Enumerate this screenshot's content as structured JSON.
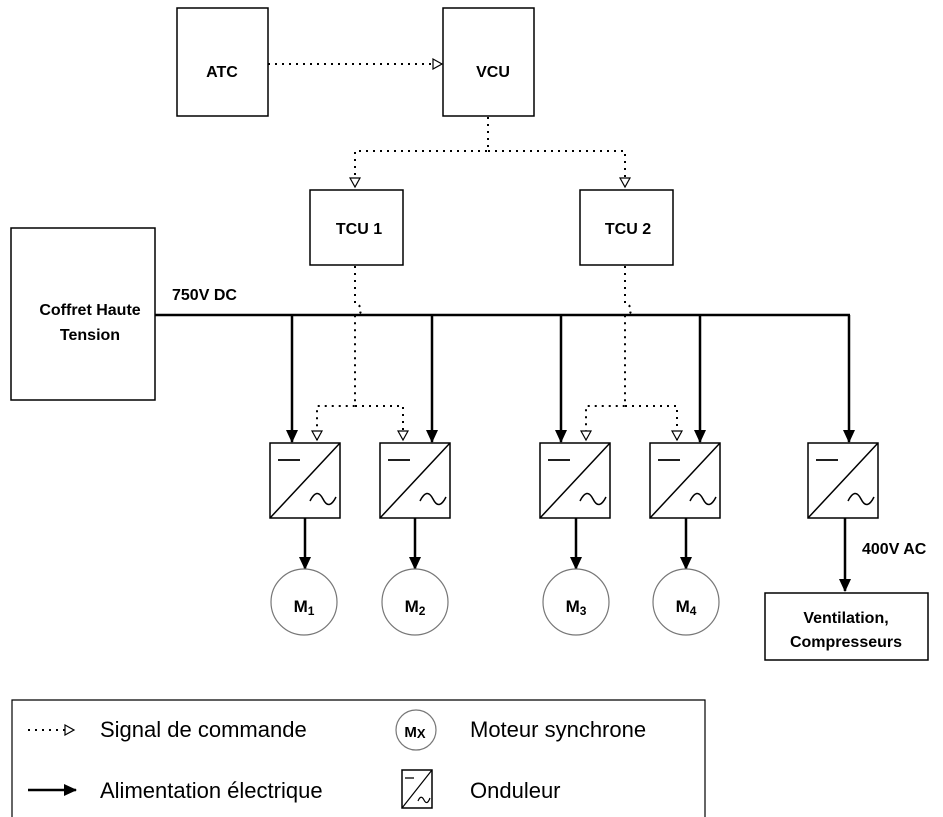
{
  "blocks": {
    "atc": "ATC",
    "vcu": "VCU",
    "tcu1": "TCU 1",
    "tcu2": "TCU 2",
    "coffret_line1": "Coffret Haute",
    "coffret_line2": "Tension",
    "aux_line1": "Ventilation,",
    "aux_line2": "Compresseurs"
  },
  "bus_label": "750V DC",
  "ac_label": "400V AC",
  "motors": [
    {
      "letter": "M",
      "index": "1"
    },
    {
      "letter": "M",
      "index": "2"
    },
    {
      "letter": "M",
      "index": "3"
    },
    {
      "letter": "M",
      "index": "4"
    }
  ],
  "legend": {
    "signal": "Signal de commande",
    "power": "Alimentation électrique",
    "motor_symbol_letter": "M",
    "motor_symbol_index": "X",
    "motor": "Moteur synchrone",
    "inverter": "Onduleur"
  }
}
